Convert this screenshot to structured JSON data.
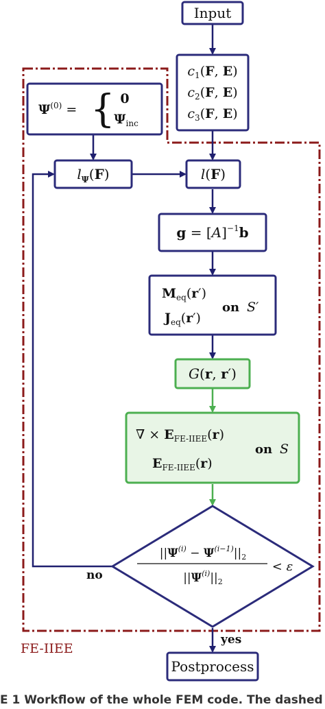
{
  "colors": {
    "box_blue": "#2b2b7a",
    "box_green": "#4caf50",
    "box_green_fill": "#e8f5e6",
    "dashed_red": "#8b1a1a",
    "arrow_blue": "#1f1f6e",
    "arrow_green": "#4caf50"
  },
  "diagram": {
    "input_label": "Input",
    "output_label": "Postprocess",
    "region_label": "FE-IIEE",
    "yes_label": "yes",
    "no_label": "no",
    "on_label": "on",
    "S": "S",
    "S_prime": "S′"
  },
  "caption": {
    "text": "E 1   Workflow of the whole FEM code. The dashed line"
  }
}
